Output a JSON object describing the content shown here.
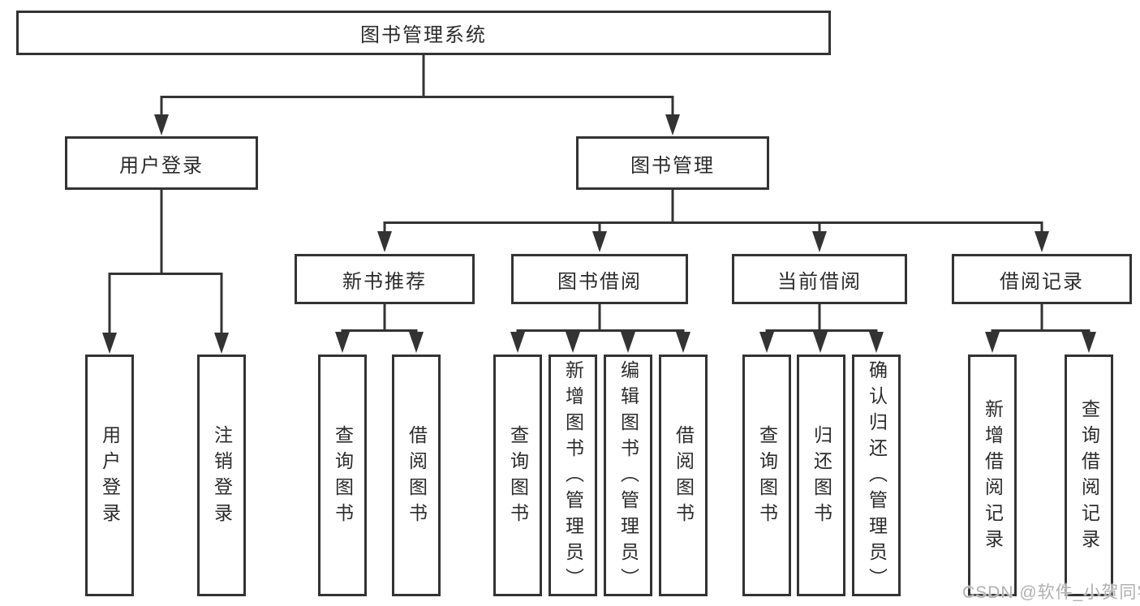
{
  "nodes": {
    "root": "图书管理系统",
    "user_login": "用户登录",
    "book_mgmt": "图书管理",
    "new_book_rec": "新书推荐",
    "book_borrow": "图书借阅",
    "current_borrow": "当前借阅",
    "borrow_record": "借阅记录",
    "leaves_user_login": [
      "用户登录",
      "注销登录"
    ],
    "leaves_new_book_rec": [
      "查询图书",
      "借阅图书"
    ],
    "leaves_book_borrow": [
      "查询图书",
      "新增图书（管理员）",
      "编辑图书（管理员）",
      "借阅图书"
    ],
    "leaves_current_borrow": [
      "查询图书",
      "归还图书",
      "确认归还（管理员）"
    ],
    "leaves_borrow_record": [
      "新增借阅记录",
      "查询借阅记录"
    ]
  },
  "watermark": {
    "text": "CSDN @软件_小贺同学"
  },
  "colors": {
    "line": "#333333",
    "node_border": "#333333",
    "text": "#2b2b2b",
    "watermark": "#b0b0b0",
    "background": "#ffffff"
  }
}
